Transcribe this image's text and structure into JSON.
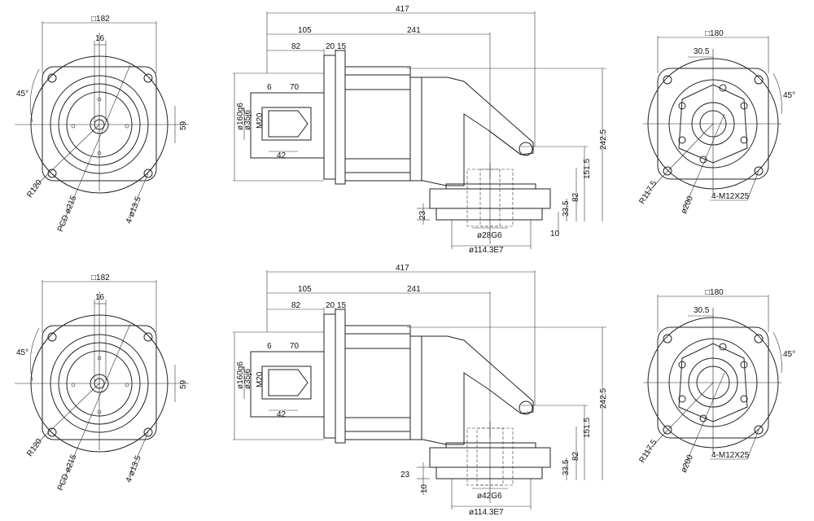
{
  "drawings": [
    {
      "left": {
        "square": "□182",
        "hub": "16",
        "angle": "45°",
        "height": "59",
        "radius": "R120",
        "pcd": "PCD ø215",
        "holes": "4-ø13.5"
      },
      "side": {
        "overall": "417",
        "d105": "105",
        "d241": "241",
        "d82": "82",
        "d20": "20",
        "d15": "15",
        "key6": "6",
        "key70": "70",
        "shaft_dia": "ø160g6",
        "bore": "ø35j6",
        "thread": "M20",
        "d42": "42",
        "h242": "242.5",
        "h151": "151.5",
        "h82": "82",
        "h33": "33.5",
        "h10": "10",
        "h23": "23",
        "out_bore": "ø28G6",
        "out_pilot": "ø114.3E7"
      },
      "right": {
        "square": "□180",
        "offset": "30.5",
        "angle": "45°",
        "radius": "R117.5",
        "dia": "ø200",
        "bolts": "4-M12X25"
      }
    },
    {
      "left": {
        "square": "□182",
        "hub": "16",
        "angle": "45°",
        "height": "59",
        "radius": "R120",
        "pcd": "PCD ø215",
        "holes": "4-ø13.5"
      },
      "side": {
        "overall": "417",
        "d105": "105",
        "d241": "241",
        "d82": "82",
        "d20": "20",
        "d15": "15",
        "key6": "6",
        "key70": "70",
        "shaft_dia": "ø160g6",
        "bore": "ø35j6",
        "thread": "M20",
        "d42": "42",
        "h242": "242.5",
        "h151": "151.5",
        "h82": "82",
        "h33": "33.5",
        "h10": "10",
        "h23": "23",
        "out_bore": "ø42G6",
        "out_pilot": "ø114.3E7"
      },
      "right": {
        "square": "□180",
        "offset": "30.5",
        "angle": "45°",
        "radius": "R117.5",
        "dia": "ø200",
        "bolts": "4-M12X25"
      }
    }
  ]
}
